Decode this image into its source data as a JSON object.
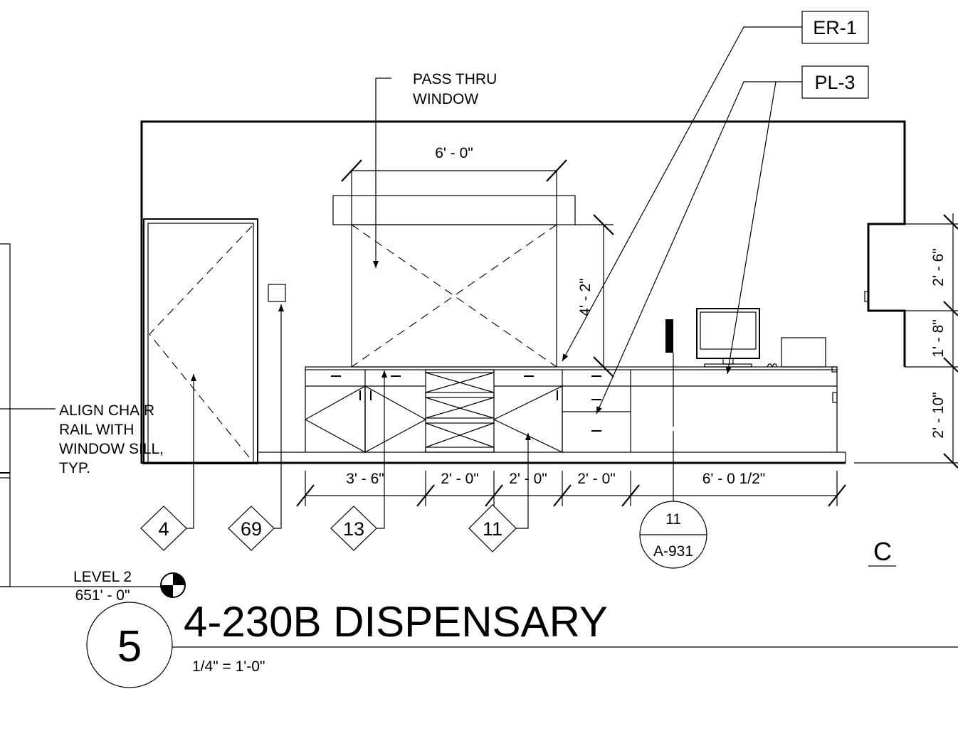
{
  "title": {
    "number": "5",
    "name": "4-230B DISPENSARY",
    "scale": "1/4\" = 1'-0\""
  },
  "level": {
    "name": "LEVEL 2",
    "elevation": "651' - 0\""
  },
  "elevation_mark": "C",
  "material_tags": [
    "ER-1",
    "PL-3"
  ],
  "notes": {
    "pass_thru": [
      "PASS THRU",
      "WINDOW"
    ],
    "chair_rail": [
      "ALIGN CHAIR",
      "RAIL WITH",
      "WINDOW SILL,",
      "TYP."
    ]
  },
  "keynotes": [
    "4",
    "69",
    "13",
    "11"
  ],
  "section_callout": {
    "number": "11",
    "sheet": "A-931"
  },
  "dimensions": {
    "window_width": "6' - 0\"",
    "window_height": "4' - 2\"",
    "bottom": [
      "3' - 6\"",
      "2' - 0\"",
      "2' - 0\"",
      "2' - 0\"",
      "6' - 0 1/2\""
    ],
    "right": [
      "2' - 6\"",
      "1' - 8\"",
      "2' - 10\""
    ]
  }
}
